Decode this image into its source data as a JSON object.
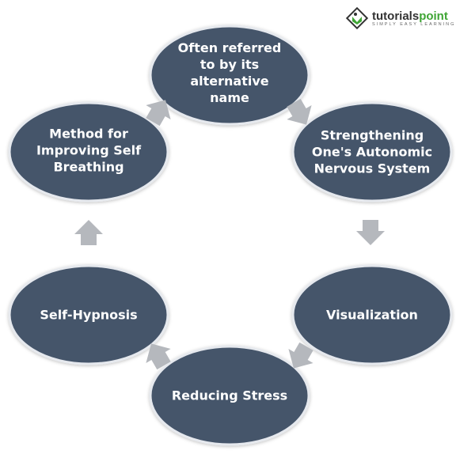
{
  "logo": {
    "name_part1": "tutorials",
    "name_part2": "point",
    "tagline": "SIMPLY EASY LEARNING"
  },
  "colors": {
    "node": "#44546a",
    "arrow": "#b5b8bd",
    "logo_green": "#3fa535"
  },
  "nodes": [
    {
      "label": "Often referred to by its alternative name"
    },
    {
      "label": "Strengthening One's Autonomic Nervous System"
    },
    {
      "label": "Visualization"
    },
    {
      "label": "Reducing Stress"
    },
    {
      "label": "Self-Hypnosis"
    },
    {
      "label": "Method for Improving Self Breathing"
    }
  ]
}
